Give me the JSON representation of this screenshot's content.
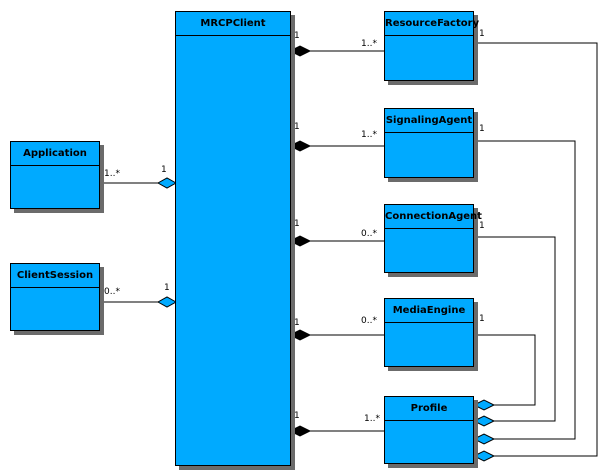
{
  "colors": {
    "class_fill": "#00aaff",
    "shadow": "#6b6b6b",
    "line": "#000000"
  },
  "classes": {
    "mrcp_client": "MRCPClient",
    "application": "Application",
    "client_session": "ClientSession",
    "resource_factory": "ResourceFactory",
    "signaling_agent": "SignalingAgent",
    "connection_agent": "ConnectionAgent",
    "media_engine": "MediaEngine",
    "profile": "Profile"
  },
  "multiplicities": {
    "application_end": "1..*",
    "application_client_end": "1",
    "session_end": "0..*",
    "session_client_end": "1",
    "factory_client_end": "1",
    "factory_end": "1..*",
    "factory_profile_end": "1",
    "signaling_client_end": "1",
    "signaling_end": "1..*",
    "signaling_profile_end": "1",
    "connection_client_end": "1",
    "connection_end": "0..*",
    "connection_profile_end": "1",
    "media_client_end": "1",
    "media_end": "0..*",
    "media_profile_end": "1",
    "profile_client_end": "1",
    "profile_end": "1..*"
  }
}
